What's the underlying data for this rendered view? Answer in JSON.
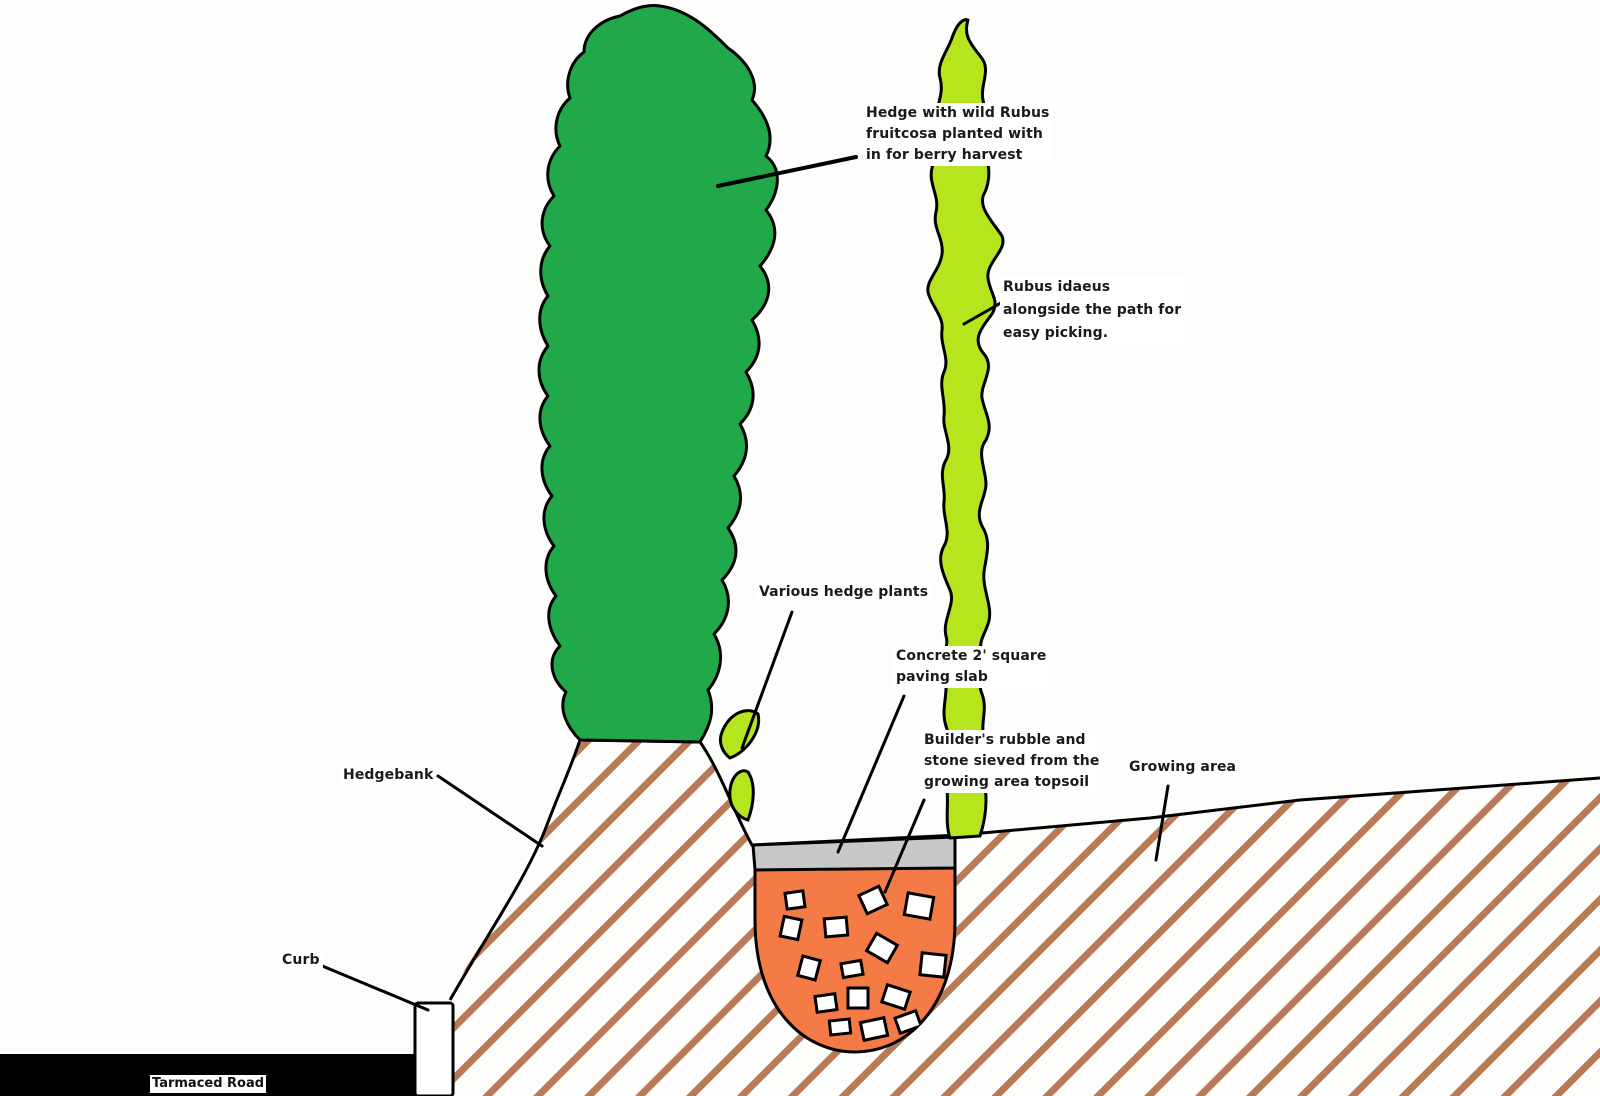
{
  "colors": {
    "hedge": "#21a84a",
    "raspberry": "#b5e61d",
    "soil_hatch": "#b97a57",
    "rubble_fill": "#f47b45",
    "slab": "#c8c8c8",
    "road": "#000000",
    "outline": "#000000"
  },
  "labels": {
    "hedge": [
      "Hedge with wild Rubus",
      "fruitcosa planted with",
      "in for berry harvest"
    ],
    "raspberry": [
      "Rubus idaeus",
      "alongside the path for",
      "easy picking."
    ],
    "hedge_plants": "Various hedge plants",
    "paving_slab": [
      "Concrete 2' square",
      "paving slab"
    ],
    "rubble": [
      "Builder's rubble and",
      "stone sieved from the",
      "growing area topsoil"
    ],
    "growing_area": "Growing area",
    "hedgebank": "Hedgebank",
    "curb": "Curb",
    "road": "Tarmaced Road"
  }
}
